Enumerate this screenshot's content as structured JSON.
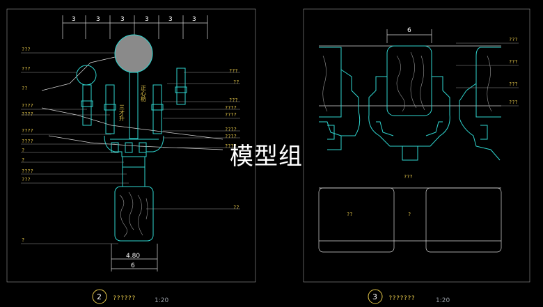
{
  "watermark": "模型组",
  "left_view": {
    "dims_top": [
      "3",
      "3",
      "3",
      "3",
      "3",
      "3"
    ],
    "dim_bottom_inner": "4.80",
    "dim_bottom_outer": "6",
    "labels_left": [
      "???",
      "???",
      "??",
      "????",
      "????",
      "????",
      "????",
      "?",
      "?",
      "????",
      "???",
      "?"
    ],
    "labels_right": [
      "???",
      "??",
      "???",
      "????",
      "????",
      "????",
      "????",
      "????",
      "??"
    ],
    "vertical_text_1": "正心枋",
    "vertical_text_2": "三才升",
    "detail_number": "2",
    "detail_title": "??????",
    "detail_scale": "1:20"
  },
  "right_view": {
    "dim_top": "6",
    "labels_right": [
      "???",
      "???",
      "???",
      "???"
    ],
    "label_mid": "???",
    "label_box_left": "??",
    "label_box_mid": "?",
    "detail_number": "3",
    "detail_title": "???????",
    "detail_scale": "1:20"
  },
  "colors": {
    "background": "#000000",
    "line_cyan": "#2fd6d0",
    "label_yellow": "#e6c84a",
    "frame_grey": "#8a8a8a"
  }
}
